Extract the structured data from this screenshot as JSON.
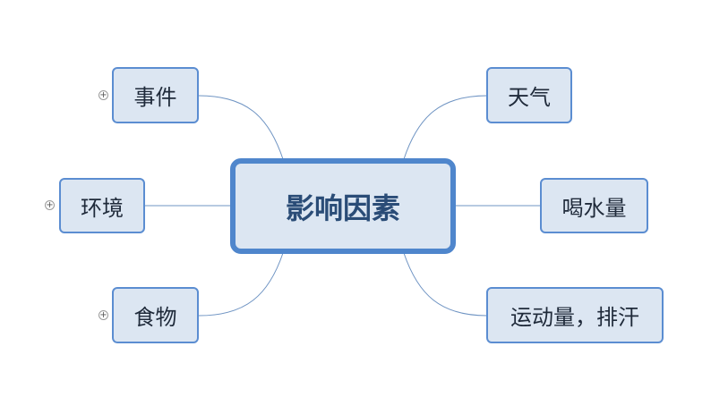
{
  "center": {
    "label": "影响因素"
  },
  "branches_left": [
    {
      "label": "事件",
      "expander": "+"
    },
    {
      "label": "环境",
      "expander": "+"
    },
    {
      "label": "食物",
      "expander": "+"
    }
  ],
  "branches_right": [
    {
      "label": "天气"
    },
    {
      "label": "喝水量"
    },
    {
      "label": "运动量，排汗"
    }
  ],
  "colors": {
    "node_fill": "#dce6f2",
    "node_border": "#5b8dd1",
    "center_border": "#4f86cc",
    "center_text": "#2a4c77",
    "connector": "#6f94c3"
  }
}
